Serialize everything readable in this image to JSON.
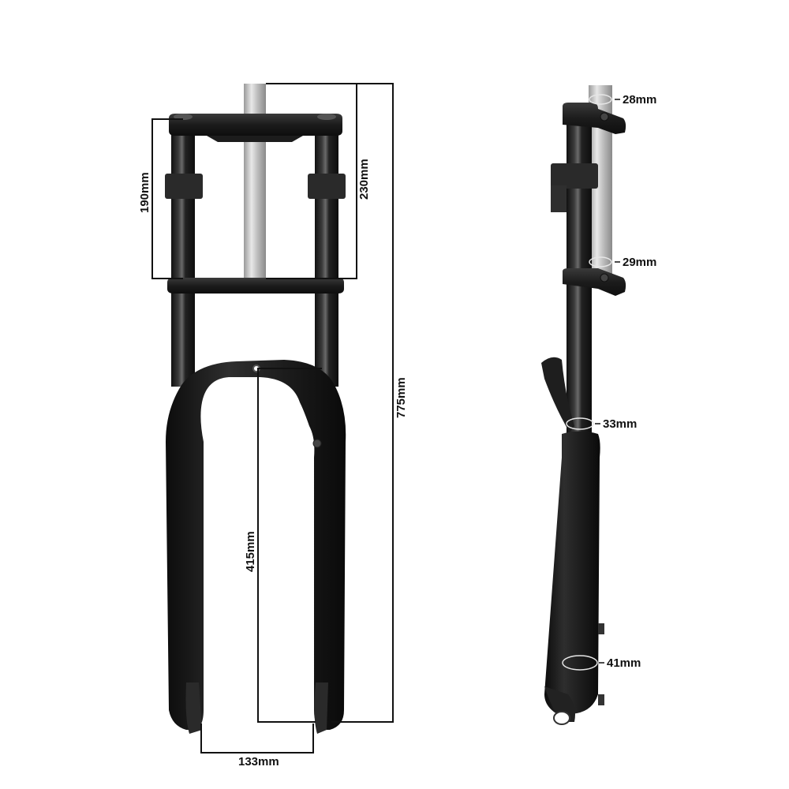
{
  "diagram": {
    "subject": "Double-crown suspension bicycle fork",
    "views": [
      "front",
      "side"
    ],
    "colors": {
      "background": "#ffffff",
      "fork_body": "#1a1a1a",
      "fork_highlight": "#4a4a4a",
      "steerer": "#c8c8c8",
      "dimension_line": "#111111",
      "measure_ellipse": "#e0e0e0"
    },
    "front_view": {
      "dimensions": {
        "crown_to_crown": "190mm",
        "steerer_length": "230mm",
        "total_length": "775mm",
        "axle_to_crown": "415mm",
        "hub_spacing": "133mm"
      }
    },
    "side_view": {
      "diameters": {
        "steerer_top": "28mm",
        "steerer_bottom": "29mm",
        "stanchion": "33mm",
        "lower_leg": "41mm"
      }
    }
  }
}
